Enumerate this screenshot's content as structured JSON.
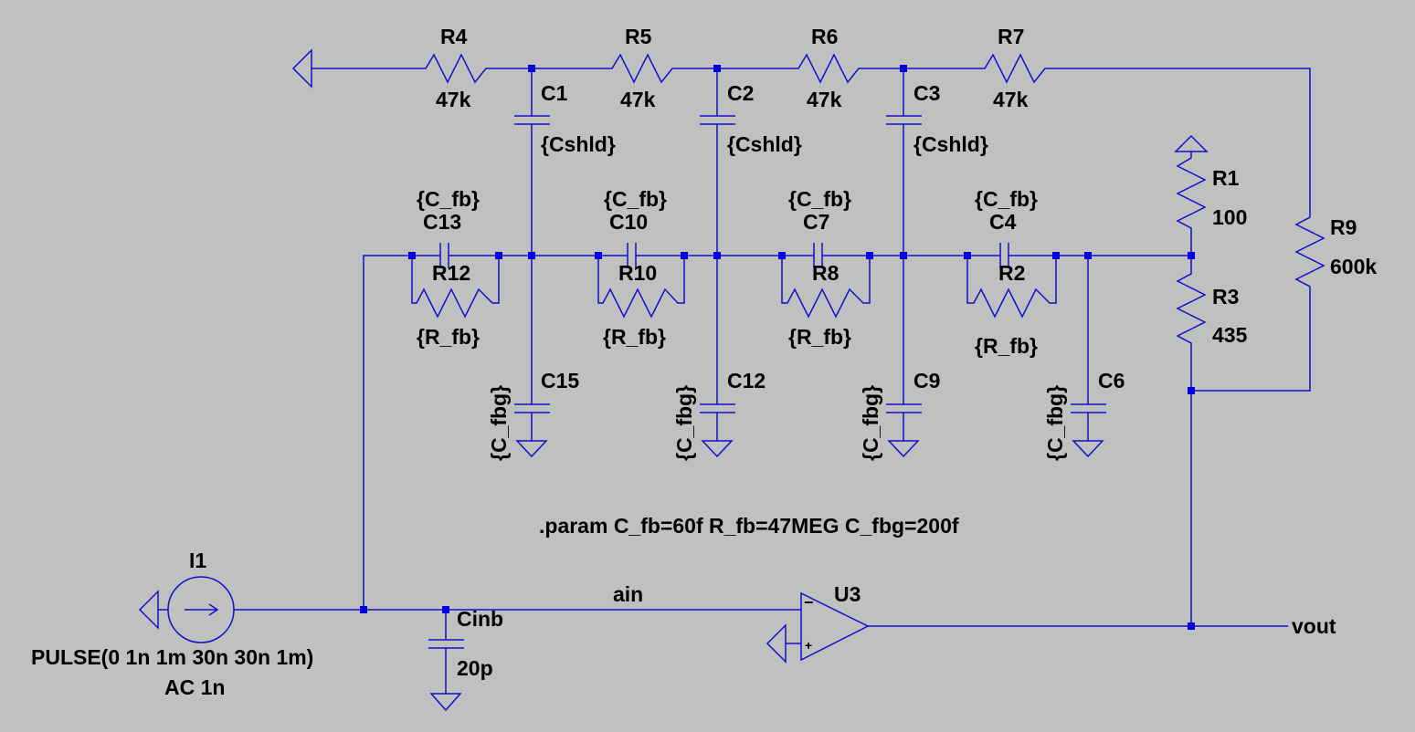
{
  "components": {
    "R4": {
      "name": "R4",
      "value": "47k"
    },
    "R5": {
      "name": "R5",
      "value": "47k"
    },
    "R6": {
      "name": "R6",
      "value": "47k"
    },
    "R7": {
      "name": "R7",
      "value": "47k"
    },
    "R1": {
      "name": "R1",
      "value": "100"
    },
    "R3": {
      "name": "R3",
      "value": "435"
    },
    "R9": {
      "name": "R9",
      "value": "600k"
    },
    "C1": {
      "name": "C1",
      "value": "{Cshld}"
    },
    "C2": {
      "name": "C2",
      "value": "{Cshld}"
    },
    "C3": {
      "name": "C3",
      "value": "{Cshld}"
    },
    "C13": {
      "name": "C13",
      "value": "{C_fb}"
    },
    "C10": {
      "name": "C10",
      "value": "{C_fb}"
    },
    "C7": {
      "name": "C7",
      "value": "{C_fb}"
    },
    "C4": {
      "name": "C4",
      "value": "{C_fb}"
    },
    "R12": {
      "name": "R12",
      "value": "{R_fb}"
    },
    "R10": {
      "name": "R10",
      "value": "{R_fb}"
    },
    "R8": {
      "name": "R8",
      "value": "{R_fb}"
    },
    "R2": {
      "name": "R2",
      "value": "{R_fb}"
    },
    "C15": {
      "name": "C15",
      "value": "{C_fbg}"
    },
    "C12": {
      "name": "C12",
      "value": "{C_fbg}"
    },
    "C9": {
      "name": "C9",
      "value": "{C_fbg}"
    },
    "C6": {
      "name": "C6",
      "value": "{C_fbg}"
    },
    "Cinb": {
      "name": "Cinb",
      "value": "20p"
    },
    "I1": {
      "name": "I1",
      "value": "PULSE(0 1n 1m 30n 30n 1m)",
      "ac": "AC 1n"
    },
    "U3": {
      "name": "U3",
      "minus": "−",
      "plus": "+"
    }
  },
  "nets": {
    "ain": "ain",
    "vout": "vout"
  },
  "directive": ".param C_fb=60f R_fb=47MEG C_fbg=200f",
  "colors": {
    "background": "#c0c0c0",
    "wire": "#1010c8",
    "junction": "#0000e0",
    "text": "#000000"
  }
}
